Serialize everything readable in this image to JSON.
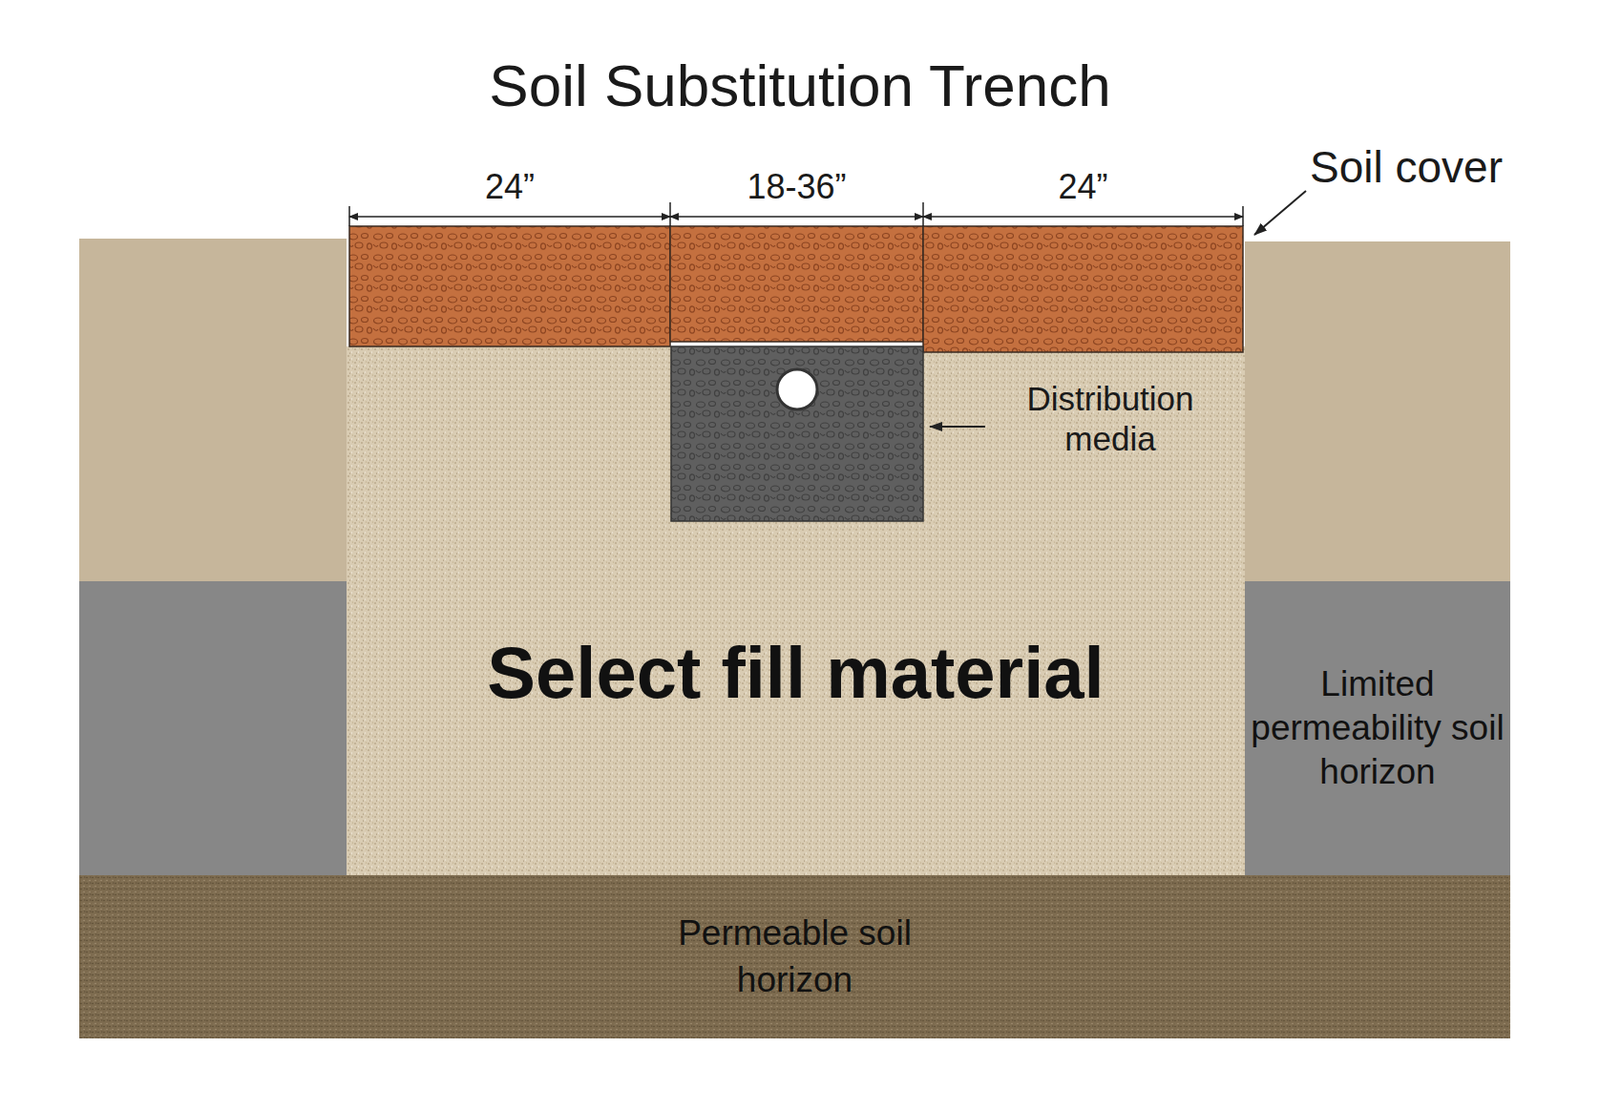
{
  "diagram": {
    "title": "Soil Substitution Trench",
    "nodes": [
      {
        "text": [
          "Select fill material"
        ]
      },
      {
        "text": [
          "Limited permeability soil horizon"
        ]
      },
      {
        "text": [
          "Permeable soil horizon"
        ]
      }
    ],
    "labels": [
      "24”",
      "18-36”",
      "24”",
      "Soil cover",
      "Distribution media"
    ]
  }
}
